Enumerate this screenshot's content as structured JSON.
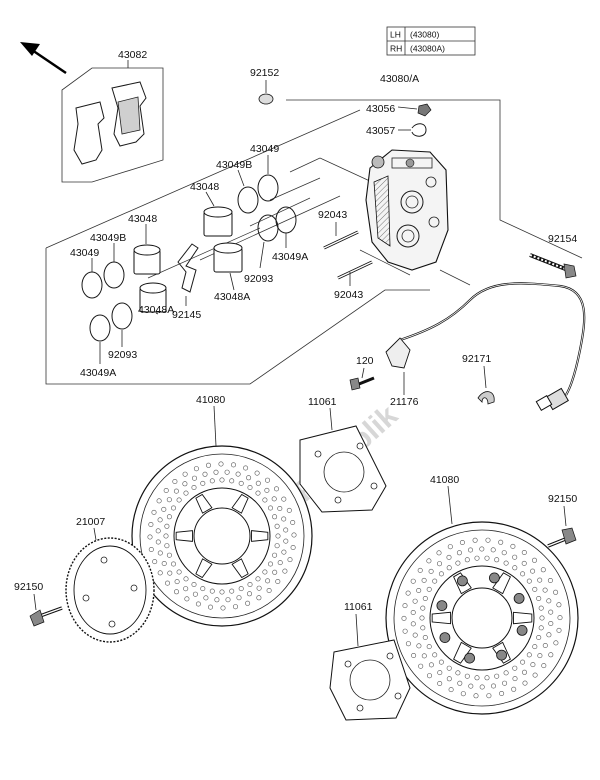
{
  "watermark": "PartsRepublik",
  "legend": {
    "rows": [
      {
        "side": "LH",
        "code": "(43080)"
      },
      {
        "side": "RH",
        "code": "(43080A)"
      }
    ]
  },
  "labels": {
    "l43082": "43082",
    "l92152": "92152",
    "l43080A": "43080/A",
    "l43056": "43056",
    "l43057": "43057",
    "l43049_a": "43049",
    "l43049B_a": "43049B",
    "l43048_a": "43048",
    "l43048_b": "43048",
    "l43049B_b": "43049B",
    "l43049_b": "43049",
    "l92043_a": "92043",
    "l92043_b": "92043",
    "l43049A_a": "43049A",
    "l92093_a": "92093",
    "l43048A_a": "43048A",
    "l92145": "92145",
    "l43048A_b": "43048A",
    "l92093_b": "92093",
    "l43049A_b": "43049A",
    "l92154": "92154",
    "l92171": "92171",
    "l120": "120",
    "l21176": "21176",
    "l41080_a": "41080",
    "l11061_a": "11061",
    "l41080_b": "41080",
    "l21007": "21007",
    "l92150_a": "92150",
    "l92150_b": "92150",
    "l11061_b": "11061"
  }
}
